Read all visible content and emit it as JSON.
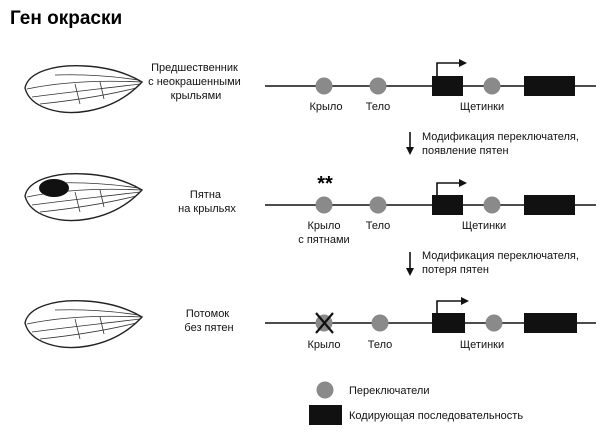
{
  "title": "Ген окраски",
  "rows": [
    {
      "label_lines": [
        "Предшественник",
        "с неокрашенными",
        "крыльями"
      ],
      "wing": "plain",
      "wing_label": "Крыло",
      "wing_label_2": "",
      "body_label": "Тело",
      "bristles_label": "Щетинки",
      "wing_switch": "normal"
    },
    {
      "label_lines": [
        "Пятна",
        "на крыльях"
      ],
      "wing": "spotted",
      "wing_label": "Крыло",
      "wing_label_2": "с пятнами",
      "body_label": "Тело",
      "bristles_label": "Щетинки",
      "wing_switch": "modified",
      "mark": "**"
    },
    {
      "label_lines": [
        "Потомок",
        "без пятен"
      ],
      "wing": "plain",
      "wing_label": "Крыло",
      "wing_label_2": "",
      "body_label": "Тело",
      "bristles_label": "Щетинки",
      "wing_switch": "crossed"
    }
  ],
  "transitions": [
    {
      "lines": [
        "Модификация переключателя,",
        "появление пятен"
      ]
    },
    {
      "lines": [
        "Модификация переключателя,",
        "потеря пятен"
      ]
    }
  ],
  "legend": {
    "switch_label": "Переключатели",
    "coding_label": "Кодирующая последовательность"
  },
  "colors": {
    "switch_fill": "#8a8a8a",
    "coding_fill": "#111111",
    "line": "#111111"
  }
}
